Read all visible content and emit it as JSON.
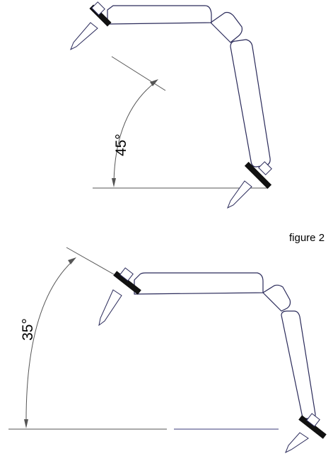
{
  "figure_1": {
    "angle_label": "45°"
  },
  "figure_2": {
    "caption": "figure 2",
    "angle_label": "35°"
  },
  "colors": {
    "panel_outline": "#2a2a5a",
    "dimension_line": "#555555",
    "baseline_right": "#3a3a7a",
    "washer": "#111111"
  }
}
